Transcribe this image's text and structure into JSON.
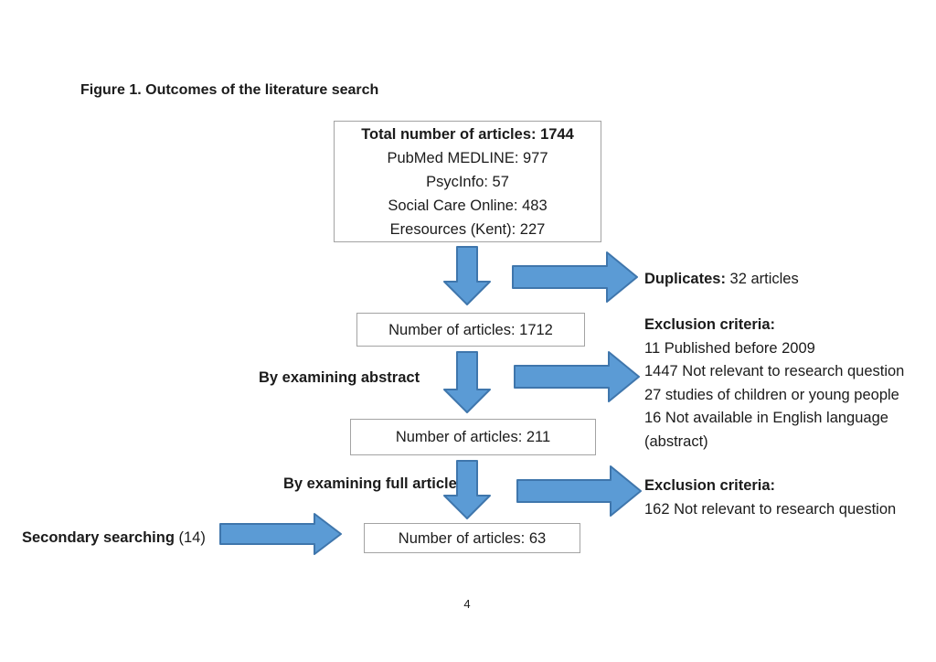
{
  "colors": {
    "arrow_fill": "#5b9bd5",
    "arrow_stroke": "#3f76ac",
    "box_border": "#a3a3a3",
    "text": "#1b1b1b"
  },
  "figure": {
    "title": "Figure 1. Outcomes of the literature search",
    "page_number": "4"
  },
  "flow": {
    "total_box": {
      "line1": "Total number of articles: 1744",
      "line2": "PubMed MEDLINE: 977",
      "line3": "PsycInfo: 57",
      "line4": "Social Care Online: 483",
      "line5": "Eresources (Kent): 227"
    },
    "box_1712": "Number of articles: 1712",
    "box_211": "Number of articles: 211",
    "box_63": "Number of articles: 63"
  },
  "labels": {
    "duplicates_bold": "Duplicates:",
    "duplicates_rest": " 32 articles",
    "by_abstract": "By examining abstract",
    "by_full_article": "By examining full article",
    "secondary_bold": "Secondary searching",
    "secondary_rest": " (14)"
  },
  "exclusion_abstract": {
    "title": "Exclusion criteria:",
    "lines": [
      "11 Published before 2009",
      "1447 Not relevant to research question",
      "27 studies of children or young people",
      "16 Not available in English language",
      "(abstract)"
    ]
  },
  "exclusion_full": {
    "title": "Exclusion criteria:",
    "lines": [
      "162 Not relevant to research question"
    ]
  },
  "icons": [
    "down-arrow-icon",
    "right-arrow-icon"
  ]
}
